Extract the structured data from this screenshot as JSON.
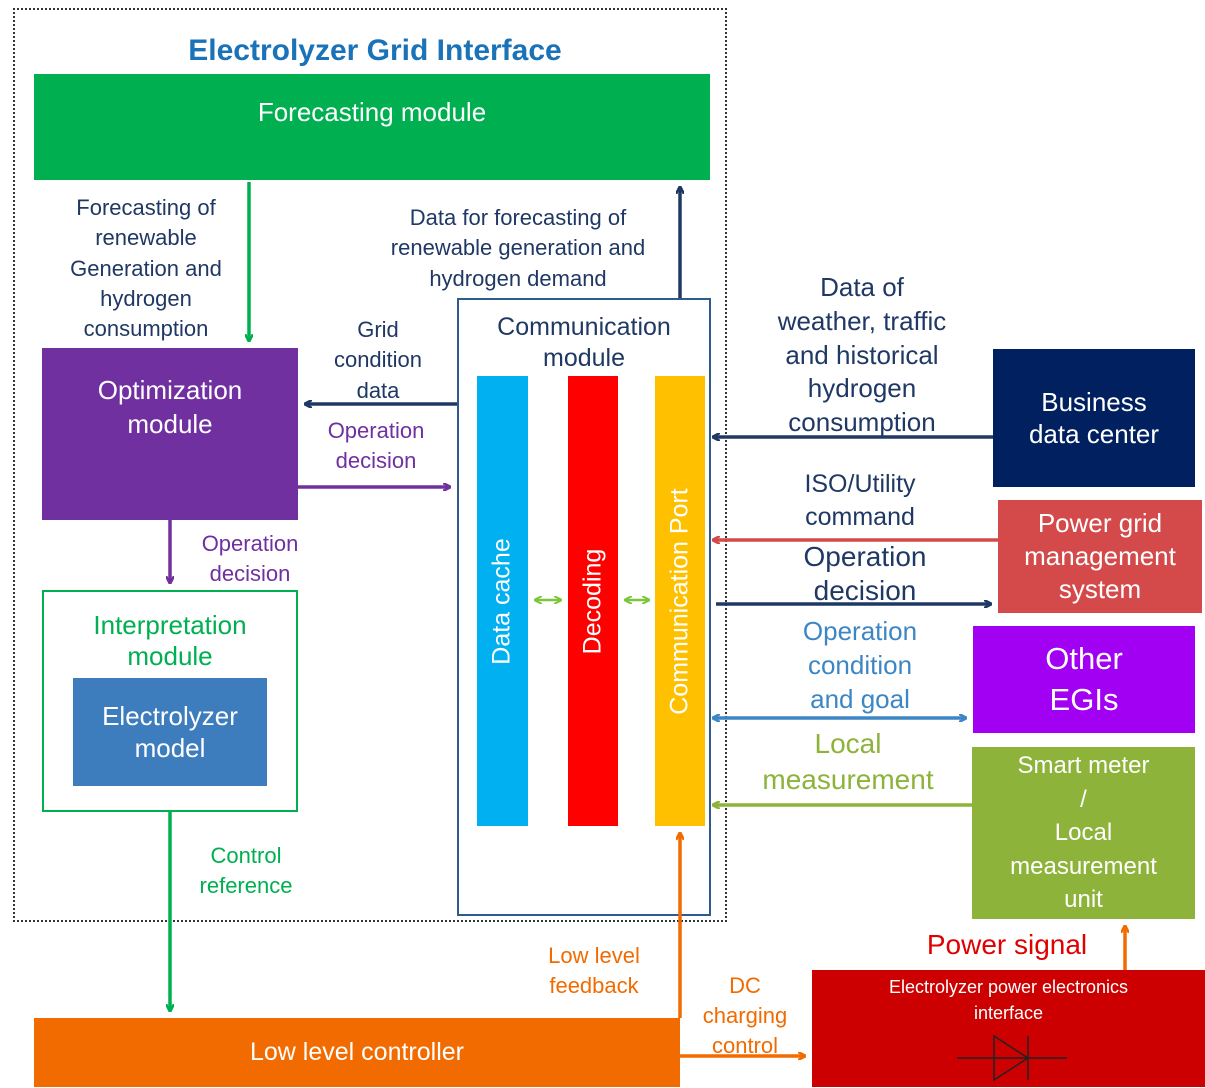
{
  "title": "Electrolyzer Grid Interface",
  "modules": {
    "forecasting": "Forecasting module",
    "optimization": "Optimization\nmodule",
    "interpretation": "Interpretation\nmodule",
    "electrolyzer_model": "Electrolyzer\nmodel",
    "communication": "Communication\nmodule",
    "data_cache": "Data cache",
    "decoding": "Decoding",
    "communication_port": "Communication Port",
    "low_level_controller": "Low level controller",
    "business_data_center": "Business\ndata center",
    "power_grid_mgmt": "Power grid\nmanagement\nsystem",
    "other_egis": "Other\nEGIs",
    "smart_meter": "Smart meter\n/\nLocal\nmeasurement\nunit",
    "pe_interface": "Electrolyzer power electronics\ninterface"
  },
  "labels": {
    "forecasting_of": "Forecasting of\nrenewable\nGeneration and\nhydrogen\nconsumption",
    "data_for_forecasting": "Data for forecasting of\nrenewable generation and\nhydrogen demand",
    "grid_condition": "Grid\ncondition\ndata",
    "operation_decision_1": "Operation\ndecision",
    "operation_decision_2": "Operation\ndecision",
    "data_of_weather": "Data of\nweather, traffic\nand historical\nhydrogen\nconsumption",
    "iso_utility": "ISO/Utility\ncommand",
    "operation_decision_3": "Operation\ndecision",
    "operation_condition": "Operation\ncondition\nand goal",
    "local_measurement": "Local\nmeasurement",
    "control_reference": "Control\nreference",
    "low_level_feedback": "Low level\nfeedback",
    "dc_charging": "DC\ncharging\ncontrol",
    "power_signal": "Power signal"
  },
  "colors": {
    "title": "#1a72b8",
    "forecasting": "#00b050",
    "optimization": "#7030a0",
    "interpretation_border": "#00b050",
    "electrolyzer_model": "#3d7dbd",
    "communication_border": "#2e5a8c",
    "data_cache": "#00b0f0",
    "decoding": "#ff0000",
    "communication_port": "#ffc000",
    "low_level_controller": "#f26b00",
    "business_data_center": "#002060",
    "power_grid_mgmt": "#d44a4a",
    "other_egis": "#a100f2",
    "smart_meter": "#8db33a",
    "pe_interface": "#cc0000",
    "navy_text": "#1f3864",
    "purple_text": "#7030a0",
    "green_text": "#00b050",
    "orange_text": "#f26b00",
    "lightblue_text": "#3d86c6",
    "lightgreen_text": "#8db33a",
    "red_text": "#e00000"
  }
}
